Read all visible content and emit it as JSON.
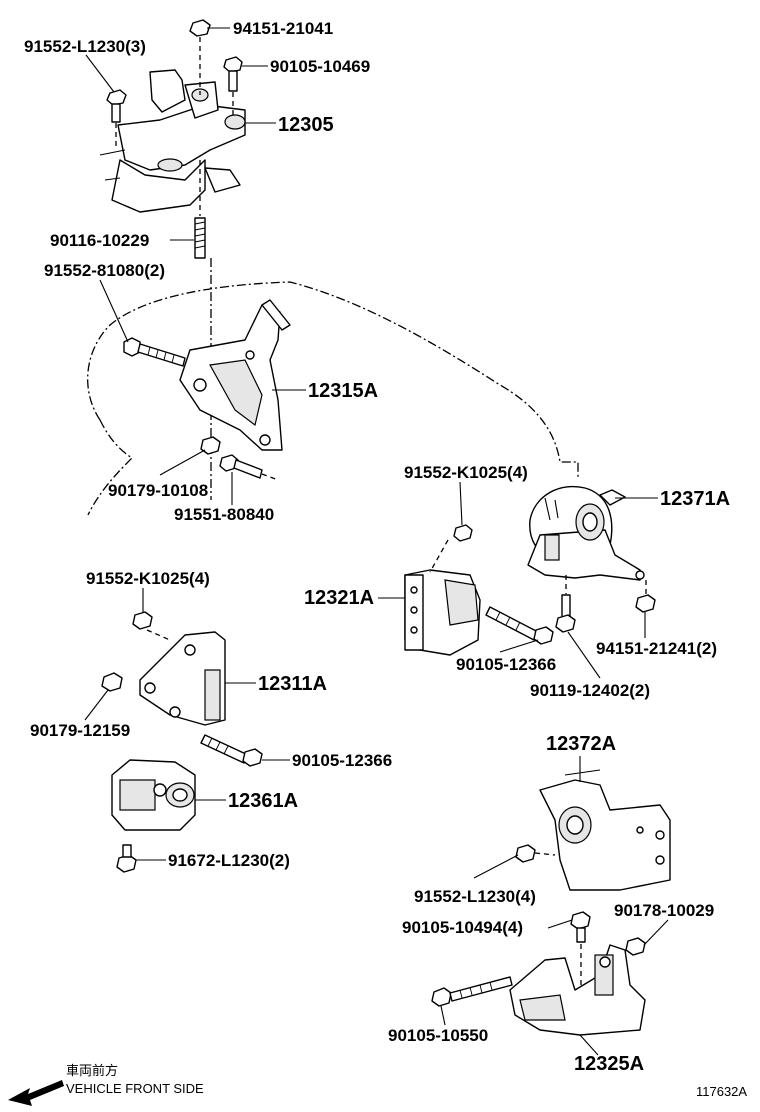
{
  "labels": {
    "p94151_21041": "94151-21041",
    "p91552_L1230_3": "91552-L1230(3)",
    "p90105_10469": "90105-10469",
    "p12305": "12305",
    "p90116_10229": "90116-10229",
    "p91552_81080_2": "91552-81080(2)",
    "p12315A": "12315A",
    "p90179_10108": "90179-10108",
    "p91551_80840": "91551-80840",
    "p91552_K1025_4_a": "91552-K1025(4)",
    "p12371A": "12371A",
    "p12321A": "12321A",
    "p94151_21241_2": "94151-21241(2)",
    "p90105_12366_a": "90105-12366",
    "p90119_12402_2": "90119-12402(2)",
    "p91552_K1025_4_b": "91552-K1025(4)",
    "p12311A": "12311A",
    "p90179_12159": "90179-12159",
    "p90105_12366_b": "90105-12366",
    "p12361A": "12361A",
    "p91672_L1230_2": "91672-L1230(2)",
    "p12372A": "12372A",
    "p91552_L1230_4": "91552-L1230(4)",
    "p90105_10494_4": "90105-10494(4)",
    "p90178_10029": "90178-10029",
    "p90105_10550": "90105-10550",
    "p12325A": "12325A"
  },
  "footer": {
    "direction_jp": "車両前方",
    "direction_en": "VEHICLE FRONT SIDE",
    "diagram_id": "117632A"
  }
}
